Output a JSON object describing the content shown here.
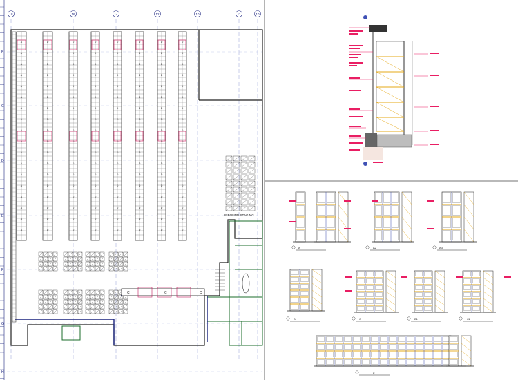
{
  "sheet": {
    "grid_columns": [
      "18",
      "16",
      "14",
      "12",
      "10",
      "11",
      "10"
    ],
    "grid_rows": [
      "B",
      "C",
      "D",
      "E",
      "F",
      "G",
      "H"
    ],
    "rack_codes": [
      "A",
      "D",
      "D",
      "D",
      "D",
      "D",
      "D",
      "D"
    ],
    "room_tags": [
      "C",
      "C",
      "C"
    ],
    "area_label": "INBOUND STAGING",
    "elevation_callouts": [
      "A",
      "A2",
      "A3",
      "B",
      "C",
      "B1",
      "C2",
      "E"
    ]
  }
}
